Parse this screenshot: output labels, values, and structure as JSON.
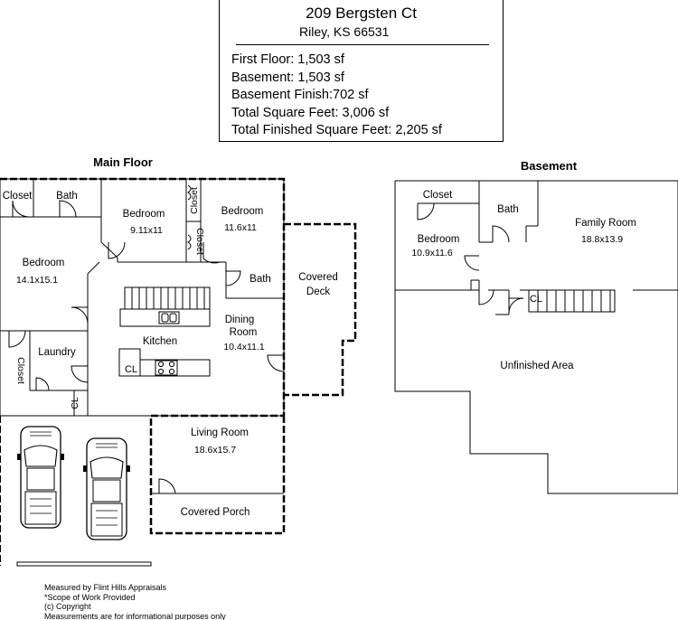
{
  "header": {
    "address_line1": "209 Bergsten Ct",
    "address_line2": "Riley, KS 66531",
    "lines": [
      "First Floor: 1,503 sf",
      "Basement: 1,503 sf",
      "Basement Finish:702 sf",
      "Total Square Feet: 3,006 sf",
      "Total Finished Square Feet: 2,205 sf"
    ]
  },
  "main_floor": {
    "title": "Main Floor",
    "rooms": {
      "closet_top": "Closet",
      "bath_top": "Bath",
      "bedroom_left": {
        "name": "Bedroom",
        "size": "14.1x15.1"
      },
      "bedroom_mid": {
        "name": "Bedroom",
        "size": "9.11x11"
      },
      "closet_vert_1": "Closet",
      "closet_vert_2": "Closet",
      "bedroom_right": {
        "name": "Bedroom",
        "size": "11.6x11"
      },
      "bath_mid": "Bath",
      "covered_deck_1": "Covered",
      "covered_deck_2": "Deck",
      "dining_1": "Dining",
      "dining_2": "Room",
      "dining_size": "10.4x11.1",
      "kitchen": "Kitchen",
      "cl_kitchen": "CL",
      "laundry": "Laundry",
      "closet_laundry": "Closet",
      "cl_garage": "CL",
      "living": {
        "name": "Living Room",
        "size": "18.6x15.7"
      },
      "covered_porch": "Covered Porch"
    }
  },
  "basement": {
    "title": "Basement",
    "rooms": {
      "closet": "Closet",
      "bath": "Bath",
      "family": {
        "name": "Family Room",
        "size": "18.8x13.9"
      },
      "bedroom": {
        "name": "Bedroom",
        "size": "10.9x11.6"
      },
      "cl": "CL",
      "unfinished": "Unfinished Area"
    }
  },
  "footer": {
    "lines": [
      "Measured by Flint Hills Appraisals",
      "*Scope of Work Provided",
      "(c) Copyright",
      "Measurements are for informational purposes only"
    ]
  }
}
